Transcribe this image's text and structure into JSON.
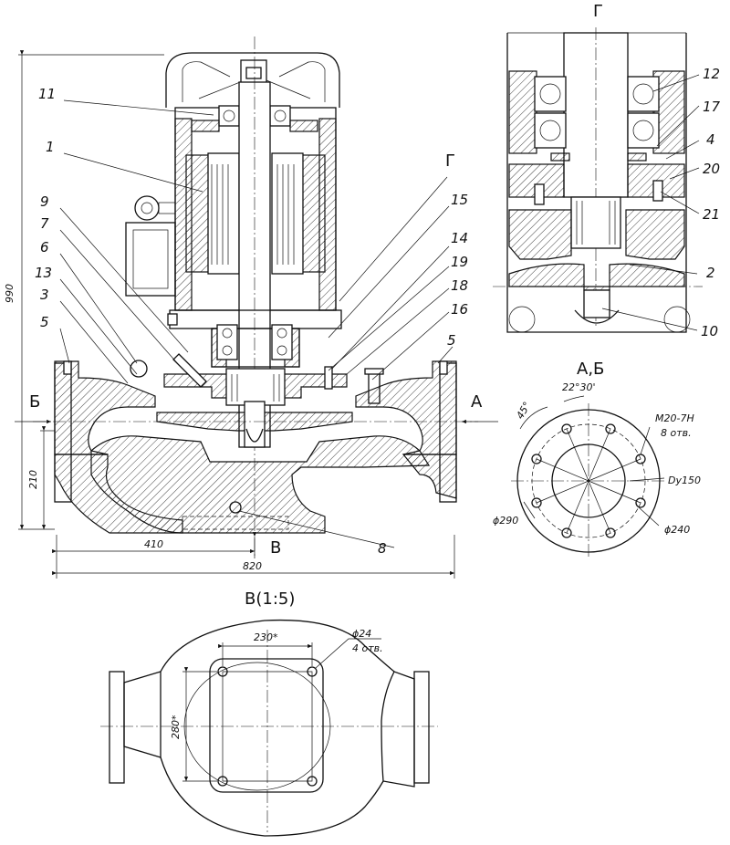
{
  "views": {
    "section_g_label": "Г",
    "section_ab_label": "А,Б",
    "section_v_label": "В(1:5)"
  },
  "main_view": {
    "callouts": [
      "11",
      "1",
      "9",
      "7",
      "6",
      "13",
      "3",
      "5",
      "5",
      "15",
      "14",
      "19",
      "18",
      "16",
      "8",
      "Г"
    ],
    "view_marks": {
      "left": "Б",
      "right": "А",
      "bottom": "В"
    },
    "dims": {
      "height_total": "990",
      "height_base": "210",
      "width_half": "410",
      "width_total": "820"
    }
  },
  "detail_g": {
    "callouts": [
      "12",
      "17",
      "4",
      "20",
      "21",
      "2",
      "10"
    ]
  },
  "flange": {
    "thread": "М20-7Н",
    "holes": "8 отв.",
    "angle_small": "22°30'",
    "angle_large": "45°",
    "bore": "Dy150",
    "outer": "ϕ290",
    "bolt_circle": "ϕ240"
  },
  "base_view": {
    "width": "230*",
    "height": "280*",
    "hole_dia": "ϕ24",
    "hole_count": "4 отв."
  }
}
